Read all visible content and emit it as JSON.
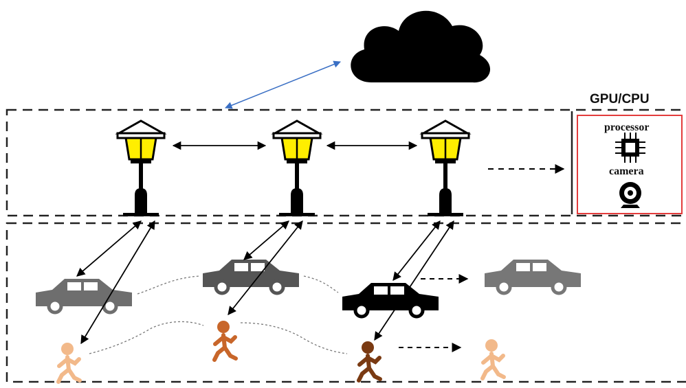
{
  "hardware_panel": {
    "title": "GPU/CPU",
    "processor_label": "processor",
    "camera_label": "camera",
    "border_color": "#e33b3b"
  },
  "icons": {
    "cloud": "cloud-icon",
    "lamp": "street-lamp-icon",
    "car": "car-icon",
    "pedestrian": "pedestrian-icon",
    "processor": "processor-chip-icon",
    "camera": "webcam-icon"
  },
  "colors": {
    "lamp_light": "#ffee00",
    "link_arrow": "#3a6fc4",
    "car_gray": "#6e6e6e",
    "car_dark": "#555555",
    "car_black": "#000000",
    "pedestrian_light": "#f2b98a",
    "pedestrian_mid": "#c8662a",
    "pedestrian_dark": "#7a3a12"
  }
}
